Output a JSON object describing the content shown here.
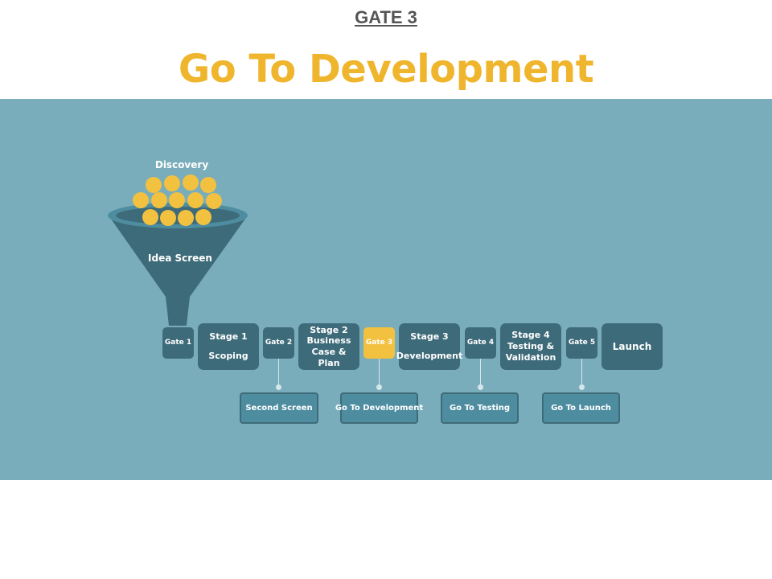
{
  "header": {
    "kicker": "GATE 3",
    "title": "Go To Development"
  },
  "funnel": {
    "top_label": "Discovery",
    "body_label": "Idea Screen"
  },
  "flow": [
    {
      "kind": "gate",
      "label": "Gate 1",
      "active": false
    },
    {
      "kind": "stage",
      "line1": "Stage 1",
      "line2": "Scoping"
    },
    {
      "kind": "gate",
      "label": "Gate 2",
      "active": false
    },
    {
      "kind": "stage",
      "line1": "Stage 2",
      "line2": "Business Case & Plan"
    },
    {
      "kind": "gate",
      "label": "Gate 3",
      "active": true
    },
    {
      "kind": "stage",
      "line1": "Stage 3",
      "line2": "Development"
    },
    {
      "kind": "gate",
      "label": "Gate 4",
      "active": false
    },
    {
      "kind": "stage",
      "line1": "Stage 4",
      "line2": "Testing & Validation"
    },
    {
      "kind": "gate",
      "label": "Gate 5",
      "active": false
    },
    {
      "kind": "stage",
      "line1": "Launch",
      "line2": ""
    }
  ],
  "gate_outcomes": [
    {
      "gate": "Gate 2",
      "label": "Second Screen"
    },
    {
      "gate": "Gate 3",
      "label": "Go To Development"
    },
    {
      "gate": "Gate 4",
      "label": "Go To Testing"
    },
    {
      "gate": "Gate 5",
      "label": "Go To Launch"
    }
  ],
  "colors": {
    "accent": "#efb52d",
    "panel": "#7aadbb",
    "box": "#3e6b79",
    "sub_box": "#4e8da0",
    "active_gate": "#f2c13f"
  }
}
